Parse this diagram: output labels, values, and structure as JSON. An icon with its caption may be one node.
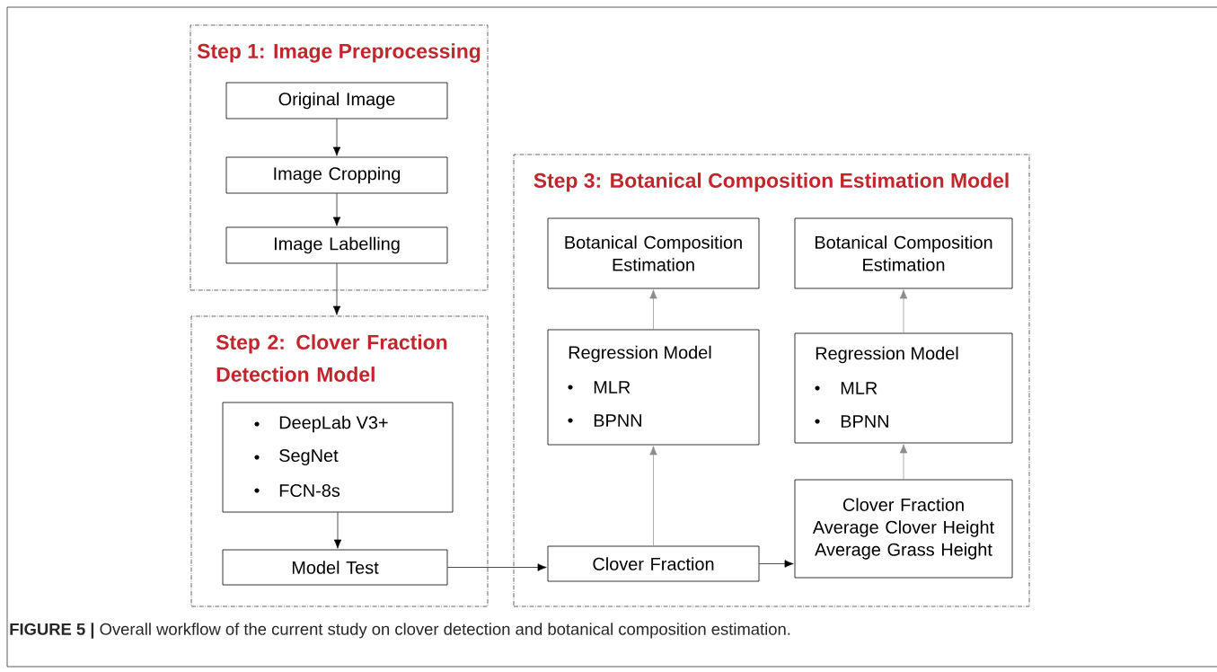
{
  "diagram": {
    "caption": "**FIGURE 5 |** Overall workflow of the current study on clover detection and botanical composition estimation.",
    "nodes": [
      {
        "text": [
          "Step 1: Image Preprocessing"
        ]
      },
      {
        "text": [
          "Original Image"
        ],
        "in": 0
      },
      {
        "text": [
          "Image Cropping"
        ],
        "in": 0
      },
      {
        "text": [
          "Image Labelling"
        ],
        "in": 0
      },
      {
        "text": [
          "Step 2: Clover Fraction Detection Model"
        ]
      },
      {
        "text": [
          "DeepLab V3+",
          "SegNet",
          "FCN-8s"
        ],
        "in": 4
      },
      {
        "text": [
          "Model Test"
        ],
        "in": 4
      },
      {
        "text": [
          "Step 3: Botanical Composition Estimation Model"
        ]
      },
      {
        "text": [
          "Botanical Composition Estimation"
        ],
        "in": 7
      },
      {
        "text": [
          "Botanical Composition Estimation"
        ],
        "in": 7
      },
      {
        "text": [
          "Regression Model",
          "MLR",
          "BPNN"
        ],
        "in": 7
      },
      {
        "text": [
          "Regression Model",
          "MLR",
          "BPNN"
        ],
        "in": 7
      },
      {
        "text": [
          "Clover Fraction"
        ],
        "in": 7
      },
      {
        "text": [
          "Clover Fraction",
          "Average Clover Height",
          "Average Grass Height"
        ],
        "in": 7
      }
    ],
    "edges": [
      {
        "from": 1,
        "to": 2,
        "arrow": "to"
      },
      {
        "from": 2,
        "to": 3,
        "arrow": "to"
      },
      {
        "from": 3,
        "to": 4,
        "arrow": "to"
      },
      {
        "from": 5,
        "to": 6,
        "arrow": "to"
      },
      {
        "from": 6,
        "to": 12,
        "arrow": "to"
      },
      {
        "from": 12,
        "to": 10,
        "arrow": "to",
        "color": "#8c8c8c"
      },
      {
        "from": 10,
        "to": 8,
        "arrow": "to",
        "color": "#8c8c8c"
      },
      {
        "from": 12,
        "to": 13,
        "arrow": "to"
      },
      {
        "from": 13,
        "to": 11,
        "arrow": "to",
        "color": "#8c8c8c"
      },
      {
        "from": 11,
        "to": 9,
        "arrow": "to",
        "color": "#8c8c8c"
      }
    ]
  }
}
